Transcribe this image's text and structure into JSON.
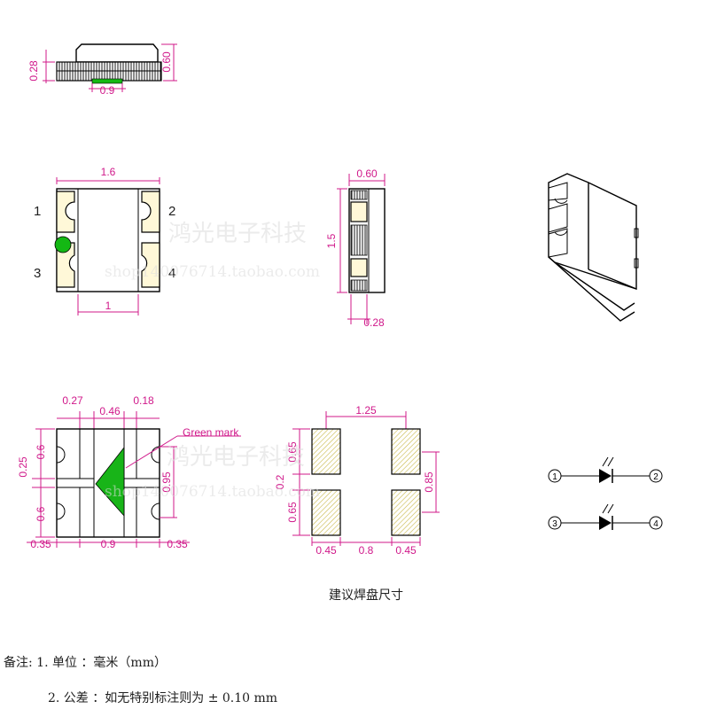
{
  "watermark": {
    "title": "鸿光电子科技",
    "url": "shop140076714.taobao.com"
  },
  "side_view": {
    "dim_left": "0.28",
    "dim_right": "0.60",
    "dim_bottom": "0.9"
  },
  "top_view": {
    "width_top": "1.6",
    "width_bottom": "1",
    "pins": [
      "1",
      "2",
      "3",
      "4"
    ],
    "colors": {
      "green_dot": "#14b814",
      "pad": "#fff8d8"
    }
  },
  "end_view": {
    "width_top": "0.60",
    "height_left": "1.5",
    "width_bottom": "0.28"
  },
  "bottom_view": {
    "dim_027": "0.27",
    "dim_046": "0.46",
    "dim_018": "0.18",
    "left_06_top": "0.6",
    "left_025": "0.25",
    "left_06_bottom": "0.6",
    "right_095": "0.95",
    "bottom_left": "0.35",
    "bottom_mid": "0.9",
    "bottom_right": "0.35",
    "green_mark_label": "Green mark",
    "colors": {
      "green_mark": "#18b418",
      "dims": "#d0188a"
    }
  },
  "solder_pads": {
    "top_width": "1.25",
    "left_065_top": "0.65",
    "left_02": "0.2",
    "left_065_bottom": "0.65",
    "right_085": "0.85",
    "bottom_045_left": "0.45",
    "bottom_08": "0.8",
    "bottom_045_right": "0.45",
    "caption": "建议焊盘尺寸"
  },
  "circuit_symbols": {
    "top": {
      "left": "1",
      "right": "2"
    },
    "bottom": {
      "left": "3",
      "right": "4"
    }
  },
  "notes": {
    "line1": "备注: 1. 单位 ：毫米（mm）",
    "line2": "2. 公差 ：如无特别标注则为 ±  0.10 mm"
  }
}
